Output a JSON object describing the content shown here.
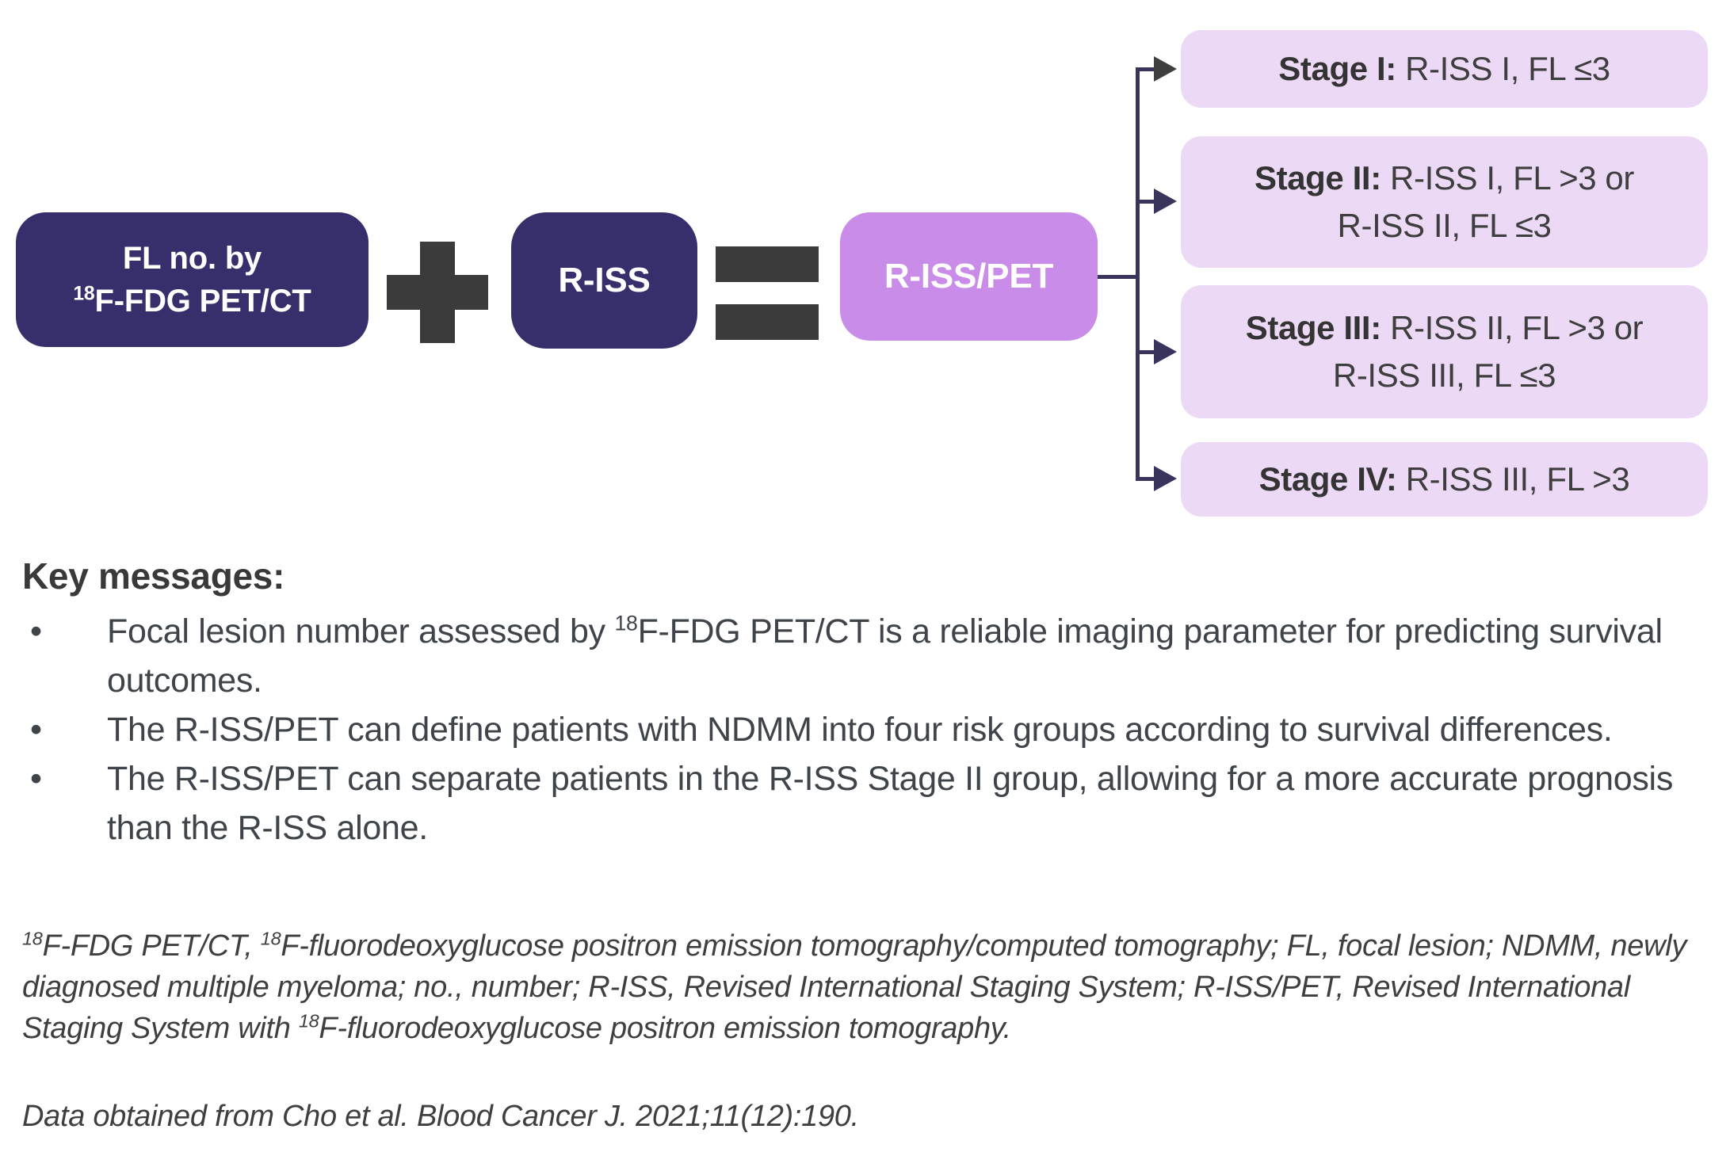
{
  "colors": {
    "navy": "#362F6C",
    "orchid": "#C98DE9",
    "lavender": "#ECD9F6",
    "operator": "#3B3B3B",
    "connector": "#38345C",
    "stage_bold": "#343434",
    "stage_text": "#3E3E3E",
    "heading": "#393939",
    "body": "#3F444B",
    "footnote": "#3F3F3F"
  },
  "formula": {
    "input_box": {
      "line1": "FL no. by",
      "line2": [
        {
          "sup": "18"
        },
        {
          "t": "F-FDG PET/CT"
        }
      ]
    },
    "riss_box_label": "R-ISS",
    "result_box_label": "R-ISS/PET"
  },
  "stages": [
    {
      "bold": "Stage I:",
      "rest": " R-ISS I, FL ≤3"
    },
    {
      "bold": "Stage II:",
      "rest": " R-ISS I, FL >3 or",
      "line2": "R-ISS II, FL ≤3"
    },
    {
      "bold": "Stage III:",
      "rest": " R-ISS II, FL >3 or",
      "line2": "R-ISS III, FL ≤3"
    },
    {
      "bold": "Stage IV:",
      "rest": " R-ISS III, FL >3"
    }
  ],
  "key_messages": {
    "heading": "Key messages:",
    "bullet_char": "•",
    "bullets": [
      [
        {
          "t": "Focal lesion number assessed by "
        },
        {
          "sup": "18"
        },
        {
          "t": "F-FDG PET/CT is a reliable imaging parameter for predicting survival outcomes."
        }
      ],
      [
        {
          "t": "The R-ISS/PET can define patients with NDMM into four risk groups according to survival differences."
        }
      ],
      [
        {
          "t": "The R-ISS/PET can separate patients in the R-ISS Stage II group, allowing for a more accurate prognosis than the R-ISS alone."
        }
      ]
    ]
  },
  "footnote": [
    {
      "sup": "18"
    },
    {
      "t": "F-FDG PET/CT, "
    },
    {
      "sup": "18"
    },
    {
      "t": "F-fluorodeoxyglucose positron emission tomography/computed tomography; FL, focal lesion; NDMM, newly diagnosed multiple myeloma; no., number; R-ISS, Revised International Staging System; R-ISS/PET, Revised International Staging System with "
    },
    {
      "sup": "18"
    },
    {
      "t": "F-fluorodeoxyglucose positron emission tomography."
    }
  ],
  "source": "Data obtained from Cho et al. Blood Cancer J. 2021;11(12):190."
}
